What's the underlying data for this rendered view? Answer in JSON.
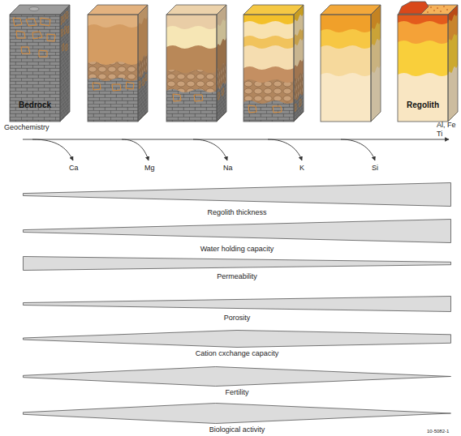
{
  "diagram": {
    "nodes": [
      {
        "text": [
          "Bedrock"
        ]
      },
      {
        "text": [
          "Regolith"
        ]
      },
      {
        "text": [
          "Regolith thickness"
        ]
      },
      {
        "text": [
          "Water holding capacity"
        ]
      },
      {
        "text": [
          "Permeability"
        ]
      },
      {
        "text": [
          "Porosity"
        ]
      },
      {
        "text": [
          "Cation cxchange capacity"
        ]
      },
      {
        "text": [
          "Fertility"
        ]
      },
      {
        "text": [
          "Biological activity"
        ]
      }
    ],
    "labels": [
      "Geochemistry",
      "Ca",
      "Mg",
      "Na",
      "K",
      "Si",
      "Al, Fe Ti",
      "10-5082-1"
    ]
  }
}
